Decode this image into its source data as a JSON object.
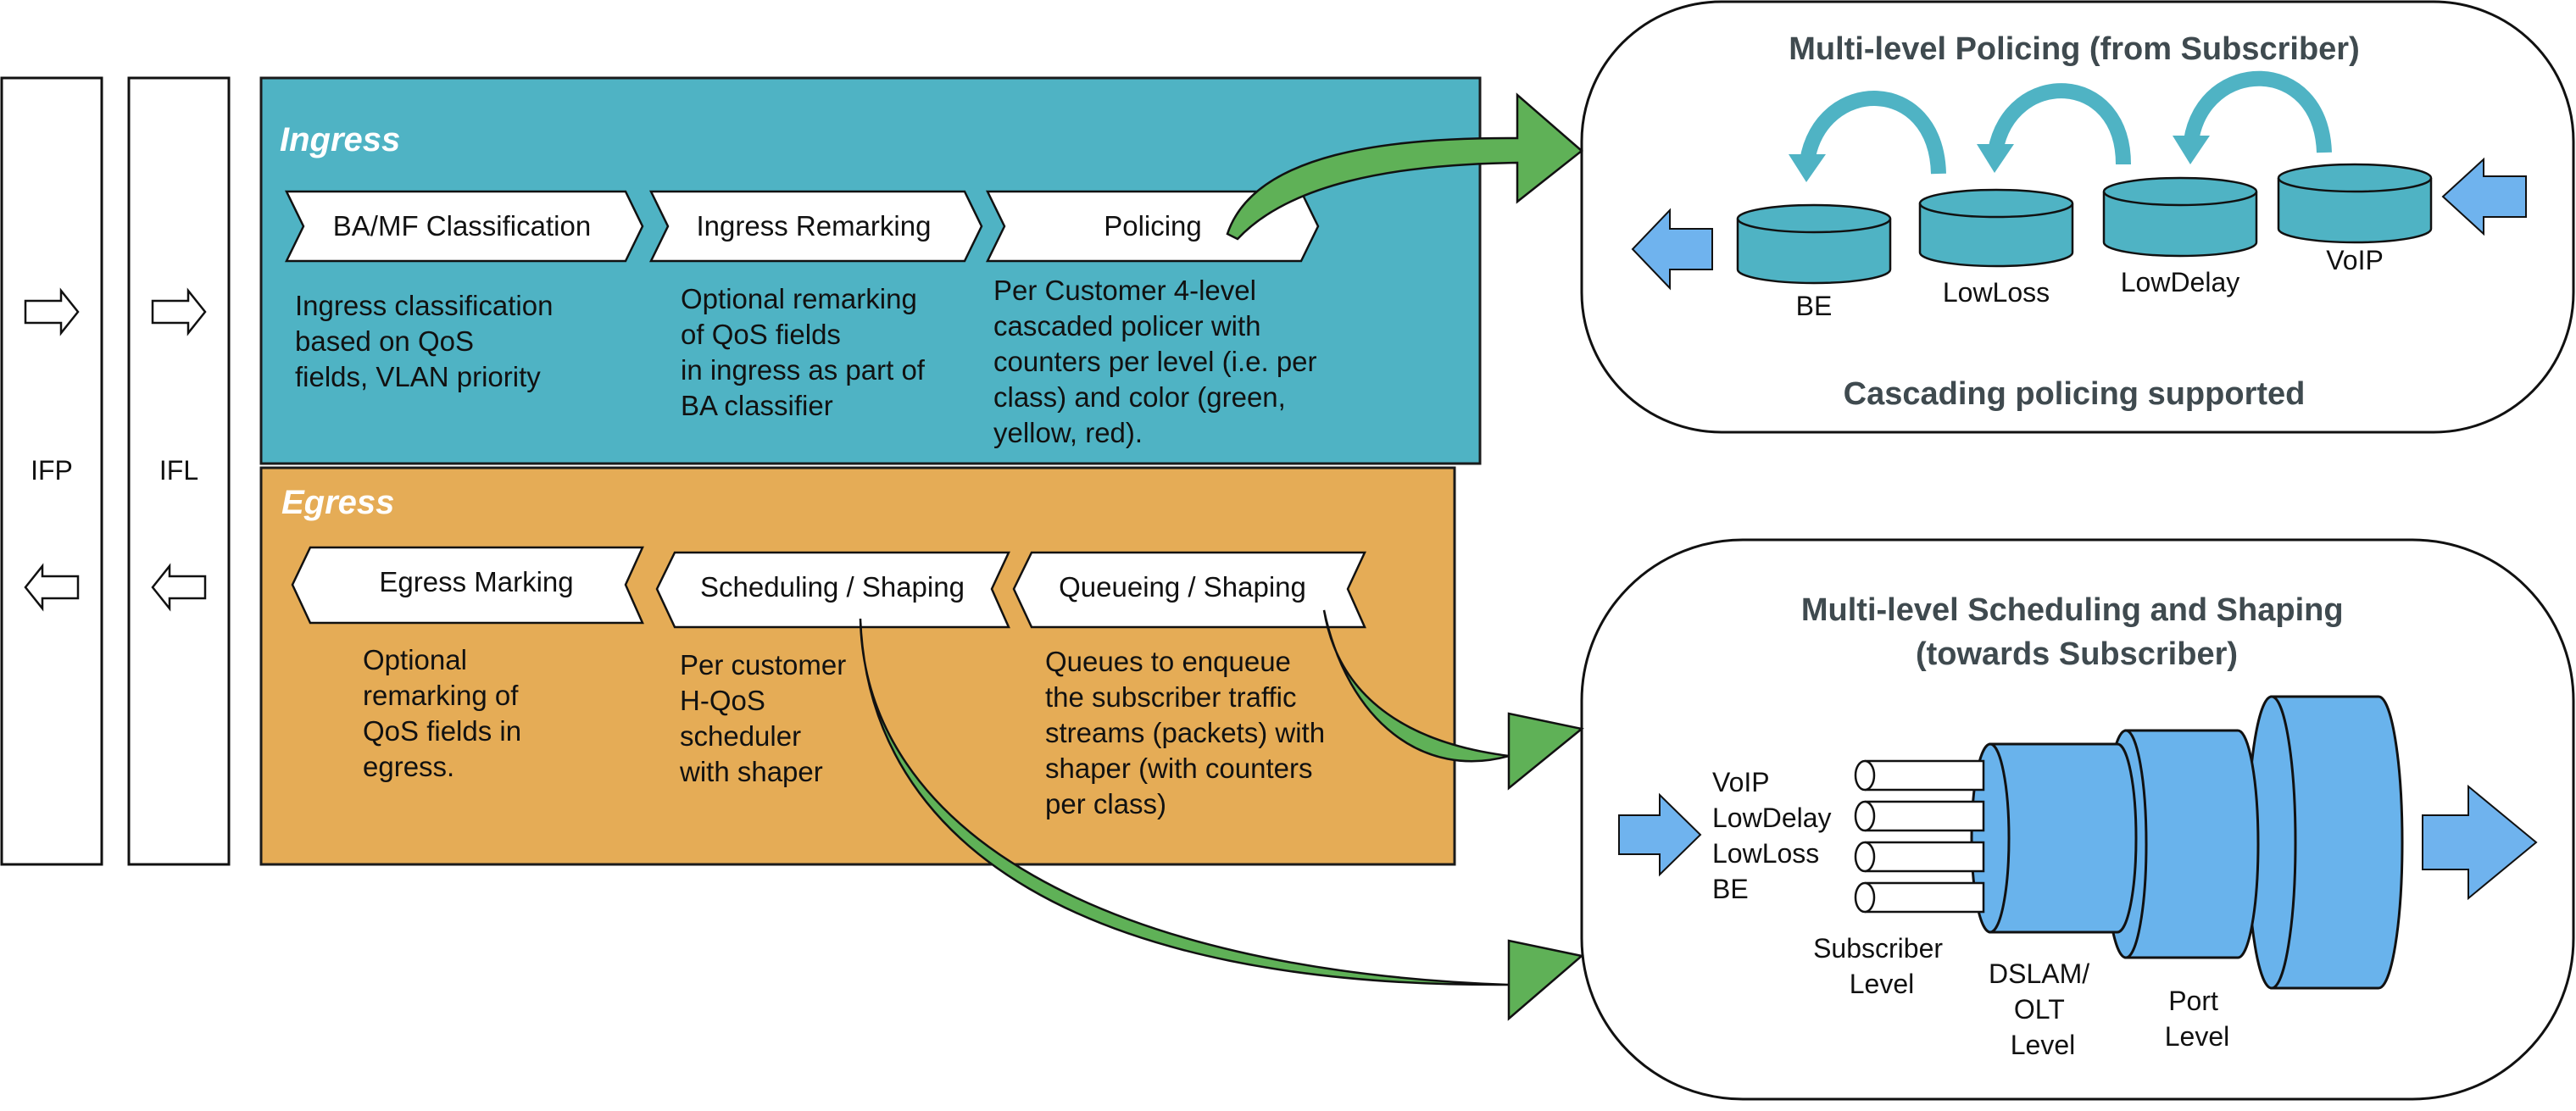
{
  "bars": {
    "ifp": "IFP",
    "ifl": "IFL"
  },
  "ingress": {
    "title": "Ingress",
    "steps": [
      "BA/MF Classification",
      "Ingress Remarking",
      "Policing"
    ],
    "desc": [
      [
        "Ingress classification",
        " based on QoS",
        "fields, VLAN priority"
      ],
      [
        "Optional remarking",
        "of QoS fields",
        "in ingress as part of",
        "BA classifier"
      ],
      [
        "Per Customer 4-level",
        "cascaded policer with",
        "counters per level (i.e. per",
        "class) and color (green,",
        "yellow, red)."
      ]
    ]
  },
  "egress": {
    "title": "Egress",
    "steps": [
      "Egress Marking",
      "Scheduling / Shaping",
      "Queueing / Shaping"
    ],
    "desc": [
      [
        "Optional",
        "remarking of",
        "QoS fields in",
        "egress."
      ],
      [
        "Per customer",
        "H-QoS",
        "scheduler",
        "with shaper"
      ],
      [
        "Queues to enqueue",
        "the subscriber traffic",
        "streams (packets) with",
        "shaper (with counters",
        "per class)"
      ]
    ]
  },
  "policing_panel": {
    "title": "Multi-level Policing (from Subscriber)",
    "classes": [
      "BE",
      "LowLoss",
      "LowDelay",
      "VoIP"
    ],
    "caption": "Cascading policing supported"
  },
  "scheduling_panel": {
    "title_lines": [
      "Multi-level Scheduling and Shaping",
      "(towards Subscriber)"
    ],
    "queues": [
      "VoIP",
      "LowDelay",
      "LowLoss",
      "BE"
    ],
    "levels": [
      [
        "Subscriber",
        "Level"
      ],
      [
        "DSLAM/",
        "OLT",
        "Level"
      ],
      [
        "Port",
        "Level"
      ]
    ]
  },
  "colors": {
    "ingress_bg": "#4fb3c4",
    "egress_bg": "#e5ac56",
    "teal": "#4fb3c4",
    "blue_arrow": "#6fb3ee",
    "cable_blue": "#69b3ec",
    "green_arrow": "#5fb157",
    "title_gray": "#3f4a4f"
  }
}
